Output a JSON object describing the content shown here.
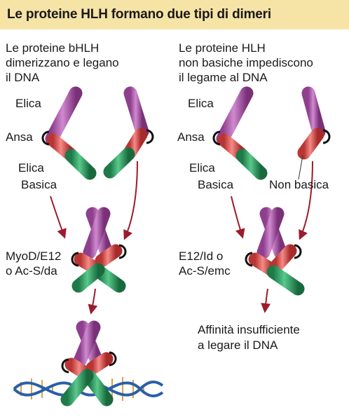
{
  "title": "Le proteine HLH formano due tipi di dimeri",
  "left_panel": {
    "caption": [
      "Le proteine bHLH",
      "dimerizzano e legano",
      "il DNA"
    ],
    "labels": {
      "helix_top": "Elica",
      "loop": "Ansa",
      "helix_bottom": "Elica",
      "basic": "Basica",
      "dimer": [
        "MyoD/E12",
        "o Ac-S/da"
      ]
    }
  },
  "right_panel": {
    "caption": [
      "Le proteine HLH",
      "non basiche impediscono",
      "il legame al DNA"
    ],
    "labels": {
      "helix_top": "Elica",
      "loop": "Ansa",
      "helix_bottom": "Elica",
      "basic": "Basica",
      "non_basic": "Non basica",
      "dimer": [
        "E12/Id o",
        "Ac-S/emc"
      ],
      "result": [
        "Affinità insufficiente",
        "a legare il DNA"
      ]
    }
  },
  "colors": {
    "title_bg": "#f6e3a6",
    "helix_purple": "#b45fb3",
    "helix_red": "#e0514f",
    "basic_green": "#2f9e63",
    "arrow": "#9b1c2c",
    "dna_blue": "#2a5ea8",
    "dna_rungs": "#d7a24a"
  }
}
